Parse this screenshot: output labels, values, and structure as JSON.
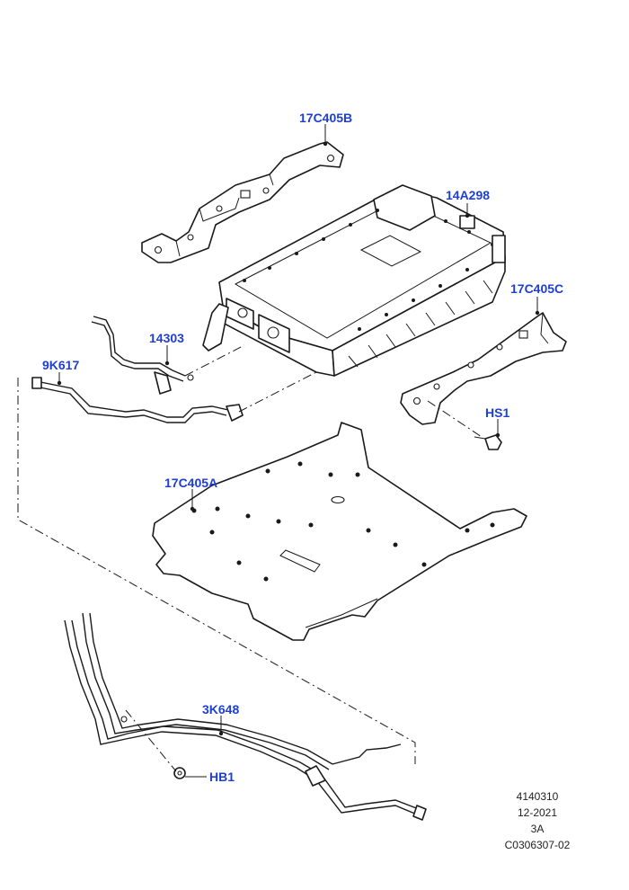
{
  "callouts": {
    "p17C405B": "17C405B",
    "p14A298": "14A298",
    "p17C405C": "17C405C",
    "p14303": "14303",
    "p9K617": "9K617",
    "pHS1": "HS1",
    "p17C405A": "17C405A",
    "p3K648": "3K648",
    "pHB1": "HB1"
  },
  "reference": {
    "number": "4140310",
    "date": "12-2021",
    "revision": "3A",
    "code": "C0306307-02"
  },
  "colors": {
    "callout_text": "#1f3fd1",
    "line_art": "#1a1a1a"
  }
}
